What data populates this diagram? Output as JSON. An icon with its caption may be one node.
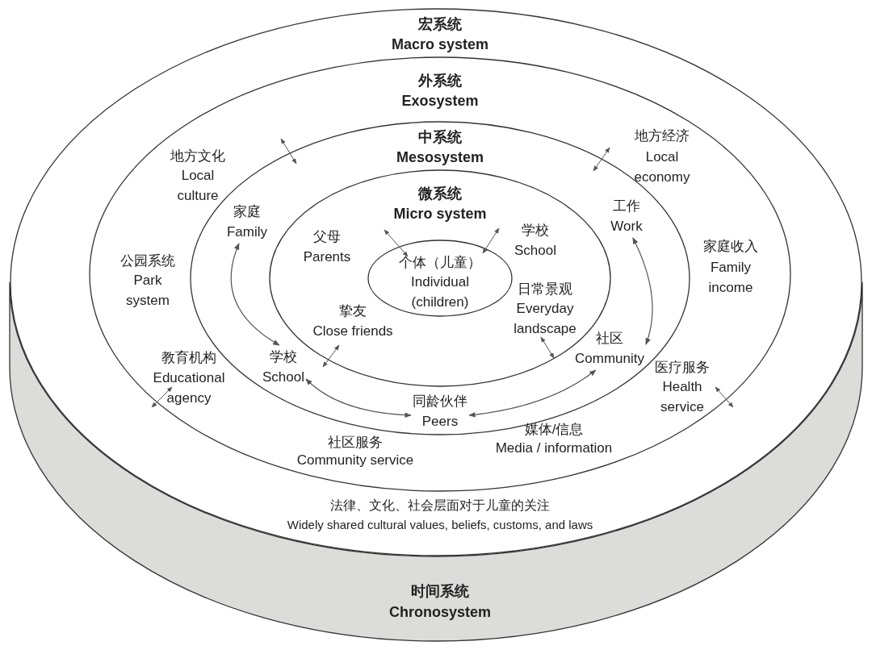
{
  "diagram": {
    "nodes": [
      {
        "text": [
          "宏系统",
          "Macro system",
          "法律、文化、社会层面对于儿童的关注",
          "Widely shared cultural values, beliefs, customs, and laws"
        ]
      },
      {
        "text": [
          "外系统",
          "Exosystem"
        ],
        "in": 0
      },
      {
        "text": [
          "中系统",
          "Mesosystem"
        ],
        "in": 1
      },
      {
        "text": [
          "微系统",
          "Micro system"
        ],
        "in": 2
      },
      {
        "text": [
          "个体（儿童）",
          "Individual (children)"
        ],
        "in": 3
      },
      {
        "text": [
          "家庭",
          "Family"
        ],
        "in": 2
      },
      {
        "text": [
          "学校",
          "School"
        ],
        "in": 2
      },
      {
        "text": [
          "同龄伙伴",
          "Peers"
        ],
        "in": 2
      },
      {
        "text": [
          "社区",
          "Community"
        ],
        "in": 2
      },
      {
        "text": [
          "工作",
          "Work"
        ],
        "in": 2
      },
      {
        "text": [
          "时间系统",
          "Chronosystem"
        ]
      }
    ],
    "edges": [
      {
        "from": 5,
        "to": 6,
        "arrow": "both"
      },
      {
        "from": 6,
        "to": 7,
        "arrow": "both"
      },
      {
        "from": 7,
        "to": 8,
        "arrow": "both"
      },
      {
        "from": 8,
        "to": 9,
        "arrow": "both"
      }
    ],
    "labels": [
      "地方文化",
      "Local culture",
      "地方经济",
      "Local economy",
      "父母",
      "Parents",
      "学校",
      "School",
      "家庭收入",
      "Family income",
      "公园系统",
      "Park system",
      "日常景观",
      "Everyday landscape",
      "挚友",
      "Close friends",
      "教育机构",
      "Educational agency",
      "医疗服务",
      "Health service",
      "媒体/信息",
      "Media / information",
      "社区服务",
      "Community service"
    ]
  }
}
